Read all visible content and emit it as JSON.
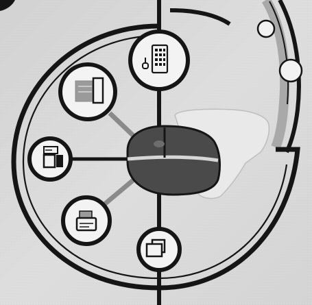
{
  "colors": {
    "paper": "#d6d6d6",
    "paper_light": "#e6e6e6",
    "ink": "#151515",
    "gray": "#8a8a8a",
    "light_gray": "#bdbdbd",
    "mouse_dark": "#333333",
    "hand": "#e9e9e9"
  },
  "diagram": {
    "hub": {
      "icon": "computer-mouse-icon"
    },
    "hand": {
      "icon": "hand-icon"
    },
    "peripherals": [
      {
        "id": "keyboard",
        "icon": "keyboard-icon"
      },
      {
        "id": "printer",
        "icon": "printer-icon"
      },
      {
        "id": "desktop-computer",
        "icon": "desktop-computer-icon"
      },
      {
        "id": "fax-machine",
        "icon": "fax-machine-icon"
      },
      {
        "id": "folder",
        "icon": "folder-icon"
      }
    ]
  }
}
